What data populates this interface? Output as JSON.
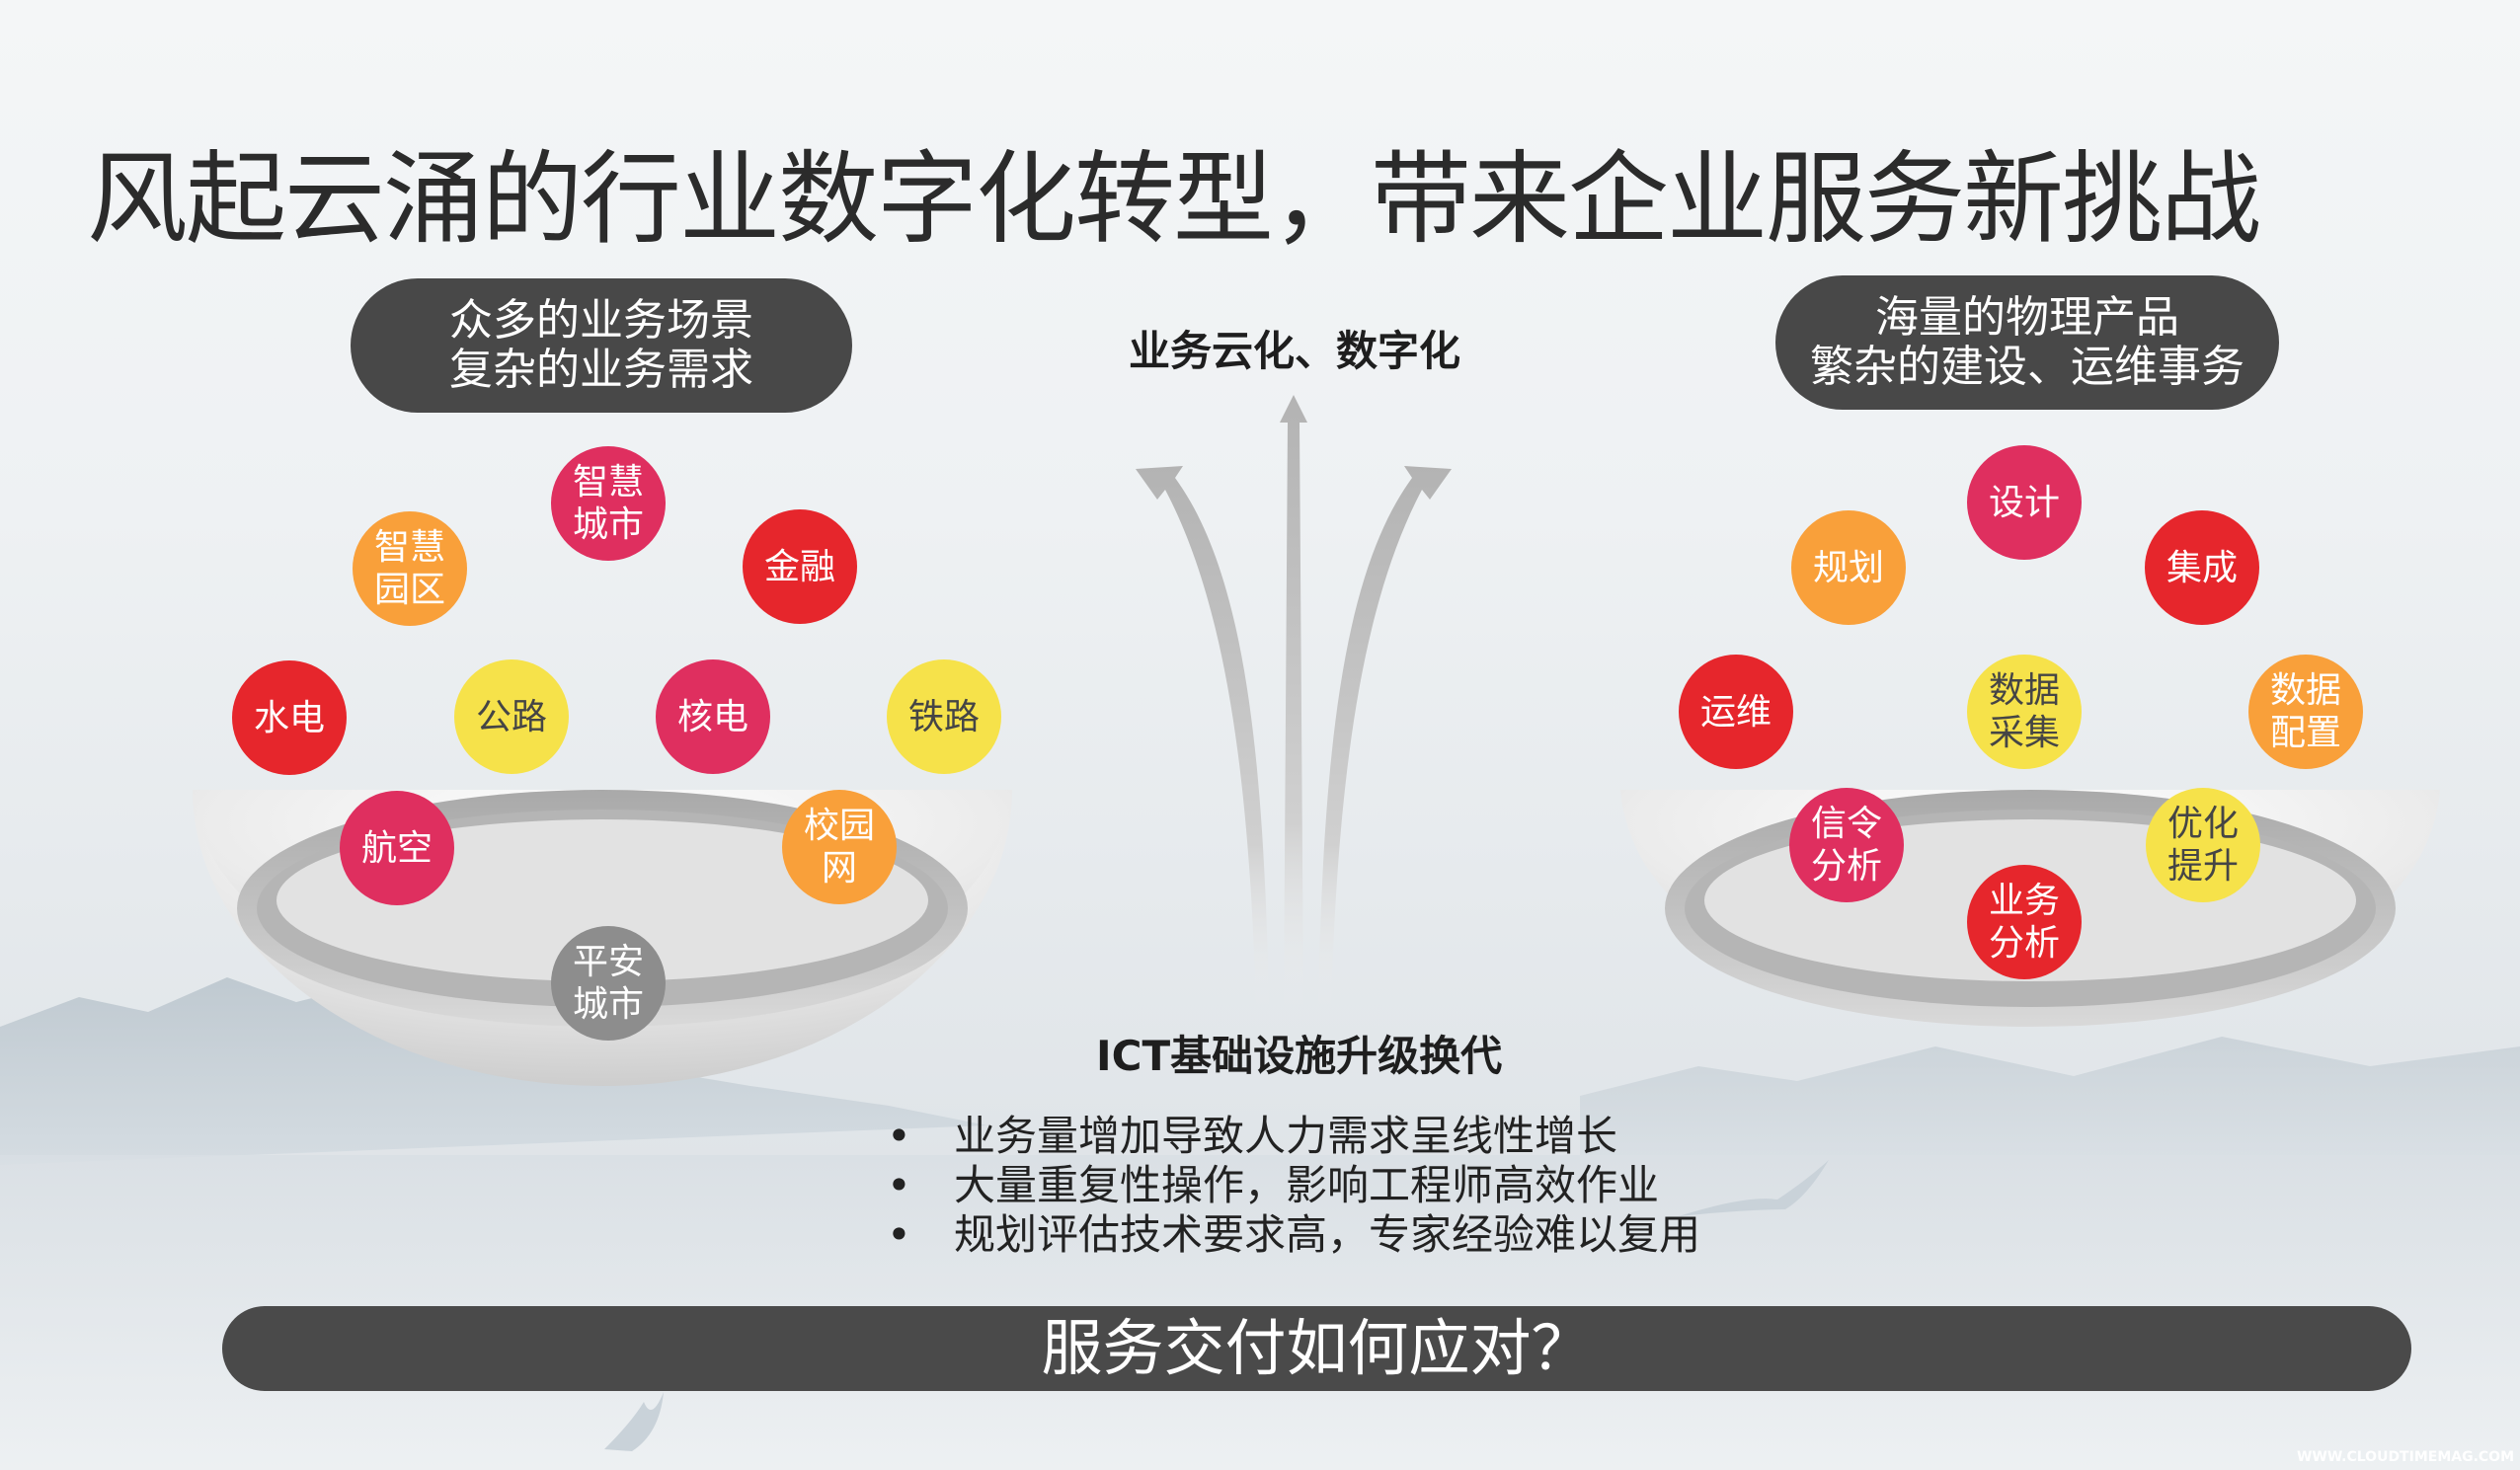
{
  "title": "风起云涌的行业数字化转型，带来企业服务新挑战",
  "left_pill": {
    "line1": "众多的业务场景",
    "line2": "复杂的业务需求"
  },
  "right_pill": {
    "line1": "海量的物理产品",
    "line2": "繁杂的建设、运维事务"
  },
  "center_top_label": "业务云化、数字化",
  "center_bottom_label": "ICT基础设施升级换代",
  "left_circles": [
    {
      "line1": "智慧",
      "line2": "城市",
      "color": "#df2f5f"
    },
    {
      "line1": "智慧",
      "line2": "园区",
      "color": "#f9a03a"
    },
    {
      "line1": "金融",
      "line2": "",
      "color": "#e6262c"
    },
    {
      "line1": "水电",
      "line2": "",
      "color": "#e6262c"
    },
    {
      "line1": "公路",
      "line2": "",
      "color": "#f6e24a"
    },
    {
      "line1": "核电",
      "line2": "",
      "color": "#df2f5f"
    },
    {
      "line1": "铁路",
      "line2": "",
      "color": "#f6e24a"
    },
    {
      "line1": "航空",
      "line2": "",
      "color": "#df2f5f"
    },
    {
      "line1": "校园",
      "line2": "网",
      "color": "#f9a03a"
    },
    {
      "line1": "平安",
      "line2": "城市",
      "color": "#8d8d8d"
    }
  ],
  "right_circles": [
    {
      "line1": "设计",
      "line2": "",
      "color": "#df2f5f"
    },
    {
      "line1": "规划",
      "line2": "",
      "color": "#f9a03a"
    },
    {
      "line1": "集成",
      "line2": "",
      "color": "#e6262c"
    },
    {
      "line1": "运维",
      "line2": "",
      "color": "#e6262c"
    },
    {
      "line1": "数据",
      "line2": "采集",
      "color": "#f6e24a"
    },
    {
      "line1": "数据",
      "line2": "配置",
      "color": "#f9a03a"
    },
    {
      "line1": "信令",
      "line2": "分析",
      "color": "#df2f5f"
    },
    {
      "line1": "优化",
      "line2": "提升",
      "color": "#f6e24a"
    },
    {
      "line1": "业务",
      "line2": "分析",
      "color": "#e6262c"
    }
  ],
  "bullets": [
    "业务量增加导致人力需求呈线性增长",
    "大量重复性操作，影响工程师高效作业",
    "规划评估技术要求高，专家经验难以复用"
  ],
  "bottom_bar": "服务交付如何应对？",
  "watermark": "WWW.CLOUDTIMEMAG.COM"
}
